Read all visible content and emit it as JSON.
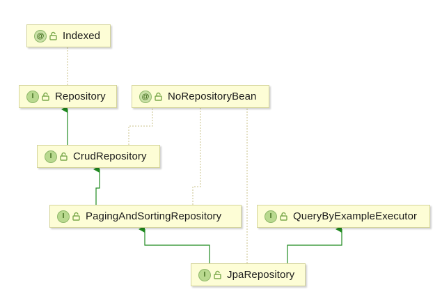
{
  "diagram": {
    "nodes": [
      {
        "id": "indexed",
        "kind": "annotation",
        "badge": "@",
        "label": "Indexed"
      },
      {
        "id": "repository",
        "kind": "interface",
        "badge": "I",
        "label": "Repository"
      },
      {
        "id": "norepositorybean",
        "kind": "annotation",
        "badge": "@",
        "label": "NoRepositoryBean"
      },
      {
        "id": "crudrepository",
        "kind": "interface",
        "badge": "I",
        "label": "CrudRepository"
      },
      {
        "id": "pagingandsorting",
        "kind": "interface",
        "badge": "I",
        "label": "PagingAndSortingRepository"
      },
      {
        "id": "querybyexample",
        "kind": "interface",
        "badge": "I",
        "label": "QueryByExampleExecutor"
      },
      {
        "id": "jparepository",
        "kind": "interface",
        "badge": "I",
        "label": "JpaRepository"
      }
    ],
    "edges": [
      {
        "from": "crudrepository",
        "to": "repository",
        "type": "extends"
      },
      {
        "from": "pagingandsorting",
        "to": "crudrepository",
        "type": "extends"
      },
      {
        "from": "jparepository",
        "to": "pagingandsorting",
        "type": "extends"
      },
      {
        "from": "jparepository",
        "to": "querybyexample",
        "type": "extends"
      },
      {
        "from": "repository",
        "to": "indexed",
        "type": "annotated"
      },
      {
        "from": "crudrepository",
        "to": "norepositorybean",
        "type": "annotated"
      },
      {
        "from": "pagingandsorting",
        "to": "norepositorybean",
        "type": "annotated"
      },
      {
        "from": "jparepository",
        "to": "norepositorybean",
        "type": "annotated"
      }
    ],
    "colors": {
      "node_fill": "#fdfdd6",
      "node_border": "#d4d49a",
      "extends_edge": "#1f8a1f",
      "annotation_edge": "#c8c28a",
      "badge_fill": "#b9d98f",
      "lock_color": "#7aa84a"
    }
  }
}
